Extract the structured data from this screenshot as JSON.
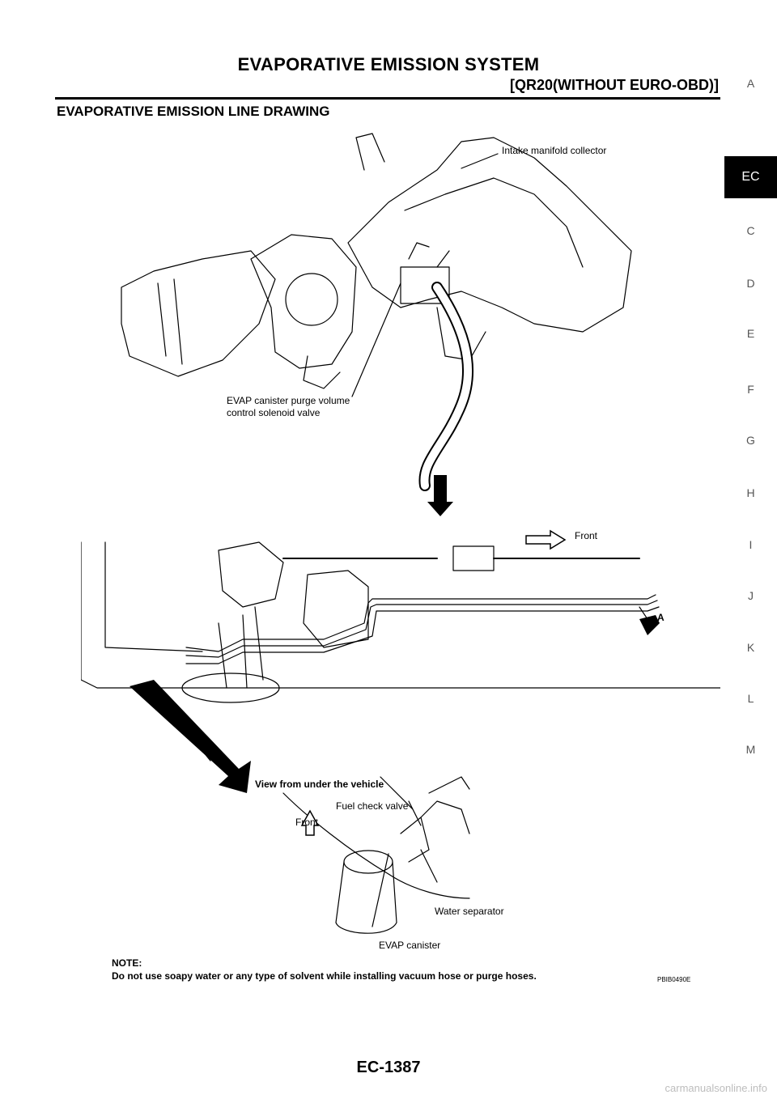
{
  "header": {
    "title": "EVAPORATIVE EMISSION SYSTEM",
    "subtitle": "[QR20(WITHOUT EURO-OBD)]"
  },
  "section_title": "EVAPORATIVE EMISSION LINE DRAWING",
  "side_tabs": [
    "A",
    "EC",
    "C",
    "D",
    "E",
    "F",
    "G",
    "H",
    "I",
    "J",
    "K",
    "L",
    "M"
  ],
  "active_tab": "EC",
  "figure": {
    "labels": {
      "intake_collector": "Intake manifold collector",
      "purge_valve_line1": "EVAP canister purge volume",
      "purge_valve_line2": "control solenoid valve",
      "point_a": "A",
      "front_top": "Front",
      "point_a_lower": "A",
      "view_under": "View from under the vehicle",
      "fuel_check_valve": "Fuel check valve",
      "front_inset": "Front",
      "water_separator": "Water separator",
      "evap_canister": "EVAP canister",
      "note_head": "NOTE:",
      "note_text": "Do not use soapy water or any type of solvent while installing vacuum hose or purge hoses.",
      "fig_code": "PBIB0490E"
    }
  },
  "page_number": "EC-1387",
  "watermark": "carmanualsonline.info"
}
